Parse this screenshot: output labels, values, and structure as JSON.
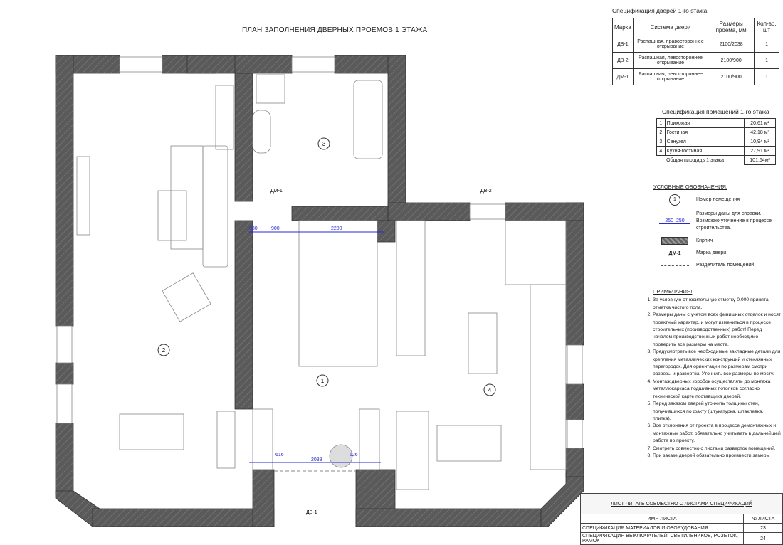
{
  "plan_title": "ПЛАН ЗАПОЛНЕНИЯ ДВЕРНЫХ ПРОЕМОВ 1 ЭТАЖА",
  "room_numbers": [
    "1",
    "2",
    "3",
    "4"
  ],
  "door_marks": {
    "dv1": "ДВ-1",
    "dv2": "ДВ-2",
    "dm1": "ДМ-1"
  },
  "dimensions": {
    "top": [
      "080",
      "900",
      "2200"
    ],
    "bottom": [
      "616",
      "2038",
      "626"
    ]
  },
  "door_spec": {
    "caption": "Спецификация дверей 1-го этажа",
    "headers": [
      "Марка",
      "Система двери",
      "Размеры проема, мм",
      "Кол-во, шт"
    ],
    "rows": [
      [
        "ДВ-1",
        "Распашная, правостороннее открывание",
        "2100/2038",
        "1"
      ],
      [
        "ДВ-2",
        "Распашная, левостороннее открывание",
        "2100/900",
        "1"
      ],
      [
        "ДМ-1",
        "Распашная, левостороннее открывание",
        "2100/900",
        "1"
      ]
    ]
  },
  "room_spec": {
    "caption": "Спецификация помещений 1-го этажа",
    "rows": [
      [
        "1",
        "Прихожая",
        "20,61 м²"
      ],
      [
        "2",
        "Гостиная",
        "42,18 м²"
      ],
      [
        "3",
        "Санузел",
        "10,94 м²"
      ],
      [
        "4",
        "Кухня-гостиная",
        "27,91 м²"
      ]
    ],
    "total_label": "Общая площадь 1 этажа",
    "total_value": "101,64м²"
  },
  "legend": {
    "title": "УСЛОВНЫЕ ОБОЗНАЧЕНИЯ:",
    "room_num_symbol": "1",
    "room_num": "Номер помещения",
    "dim_symbol": [
      "250",
      "250"
    ],
    "dims": "Размеры даны для справки. Возможно уточнение в процессе строительства.",
    "brick": "Кирпич",
    "door_mark_symbol": "ДМ-1",
    "door_mark": "Марка двери",
    "divider": "Разделитель помещений"
  },
  "notes": {
    "title": "ПРИМЕЧАНИЯ!",
    "items": [
      "За условную относительную отметку 0.000 принята отметка чистого пола.",
      "Размеры даны с учетом всех финишных отделок и носят проектный характер, и могут измениться в процессе строительных (производственных) работ! Перед началом производственных работ необходимо проверить все размеры на месте.",
      "Предусмотреть все необходимые закладные детали для крепления металлических конструкций и стеклянных перегородок. Для ориентации по размерам смотри разрезы и развертки. Уточнить все размеры по месту.",
      "Монтаж дверных коробок осуществлять до монтажа металлокаркаса подшивных потолков согласно технической карте поставщика дверей.",
      "Перед заказом дверей уточнить толщины стен, получившихся по факту (штукатурка, шпаклевка, плитка).",
      "Все отклонения от проекта в процессе демонтажных и монтажных работ, обязательно учитывать в дальнейшей работе по проекту.",
      "Смотреть совместно с листами разверток помещений.",
      "При заказе дверей обязательно произвести замеры"
    ]
  },
  "sheets": {
    "header": "ЛИСТ ЧИТАТЬ СОВМЕСТНО С ЛИСТАМИ СПЕЦИФИКАЦИЙ",
    "col_name": "ИМЯ ЛИСТА",
    "col_num": "№ ЛИСТА",
    "rows": [
      [
        "СПЕЦИФИКАЦИЯ МАТЕРИАЛОВ И ОБОРУДОВАНИЯ",
        "23"
      ],
      [
        "СПЕЦИФИКАЦИЯ ВЫКЛЮЧАТЕЛЕЙ, СВЕТИЛЬНИКОВ, РОЗЕТОК, РАМОК",
        "24"
      ]
    ]
  },
  "colors": {
    "wall": "#5a5a5a",
    "dimension": "#2a2ad0",
    "furniture": "#888888"
  }
}
